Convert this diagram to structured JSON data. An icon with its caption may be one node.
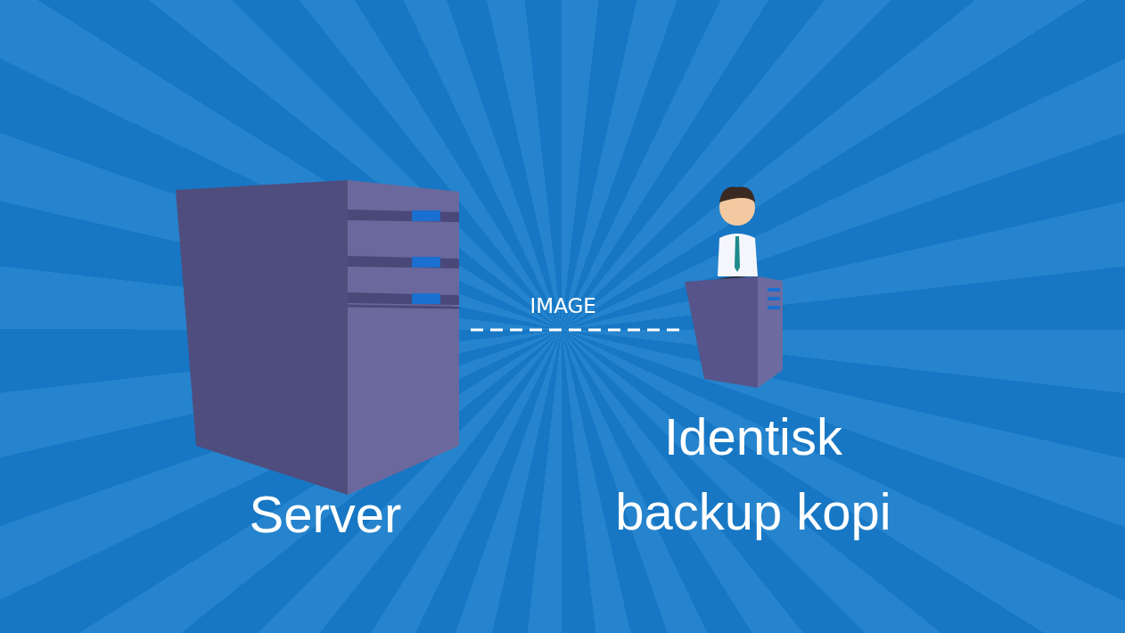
{
  "diagram": {
    "nodes": [
      {
        "text": [],
        "shape": "picture",
        "beside": [
          "Server"
        ]
      },
      {
        "text": [],
        "shape": "picture",
        "beside": [
          "Identisk backup kopi"
        ]
      }
    ],
    "edges": [
      {
        "from": 0,
        "to": 1,
        "arrow": "none",
        "style": "dashed",
        "label": "IMAGE"
      }
    ]
  }
}
